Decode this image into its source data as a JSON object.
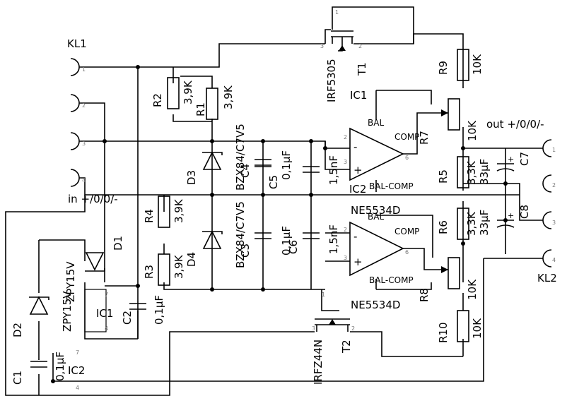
{
  "connectors": {
    "kl1": "KL1",
    "kl2": "KL2",
    "in_label": "in +/0/0/-",
    "out_label": "out +/0/0/-"
  },
  "resistors": {
    "r1": {
      "name": "R1",
      "value": "3,9K"
    },
    "r2": {
      "name": "R2",
      "value": "3,9K"
    },
    "r3": {
      "name": "R3",
      "value": "3,9K"
    },
    "r4": {
      "name": "R4",
      "value": "3,9K"
    },
    "r5": {
      "name": "R5",
      "value": "3,3K"
    },
    "r6": {
      "name": "R6",
      "value": "3,3K"
    },
    "r7": {
      "name": "R7",
      "value": "10K"
    },
    "r8": {
      "name": "R8",
      "value": "10K"
    },
    "r9": {
      "name": "R9",
      "value": "10K"
    },
    "r10": {
      "name": "R10",
      "value": "10K"
    }
  },
  "capacitors": {
    "c1": {
      "name": "C1",
      "value": "0,1µF"
    },
    "c2": {
      "name": "C2",
      "value": "0,1µF"
    },
    "c3": {
      "name": "C3",
      "value": "0,1µF"
    },
    "c4": {
      "name": "C4"
    },
    "c5": {
      "name": "C5",
      "value": "0,1µF"
    },
    "c6": {
      "name": "C6",
      "value": "1,5nF"
    },
    "c6b": {
      "value": "1,5nF"
    },
    "c7": {
      "name": "C7",
      "value": "33µF"
    },
    "c8": {
      "name": "C8",
      "value": "33µF"
    }
  },
  "diodes": {
    "d1": {
      "name": "D1",
      "value": "ZPY15V"
    },
    "d2": {
      "name": "D2",
      "value": "ZPY15V"
    },
    "d3": {
      "name": "D3",
      "value": "BZX84/C7V5"
    },
    "d4": {
      "name": "D4",
      "value": "BZX84/C7V5"
    }
  },
  "transistors": {
    "t1": {
      "name": "T1",
      "value": "IRF5305"
    },
    "t2": {
      "name": "T2",
      "value": "IRFZ44N"
    }
  },
  "ics": {
    "ic1": "IC1",
    "ic1b": "IC1",
    "ic2": "IC2",
    "ic2b": "IC2",
    "opamp_top": {
      "part": "NE5534D",
      "bal": "BAL",
      "comp": "COMP",
      "balcomp": "BAL-COMP"
    },
    "opamp_bot": {
      "part": "NE5534D",
      "bal": "BAL",
      "comp": "COMP",
      "balcomp": "BAL-COMP"
    }
  },
  "pins": {
    "p1": "1",
    "p2": "2",
    "p3": "3",
    "p4": "4",
    "p6": "6",
    "p7": "7",
    "p8": "8",
    "minus": "-",
    "plus": "+"
  }
}
